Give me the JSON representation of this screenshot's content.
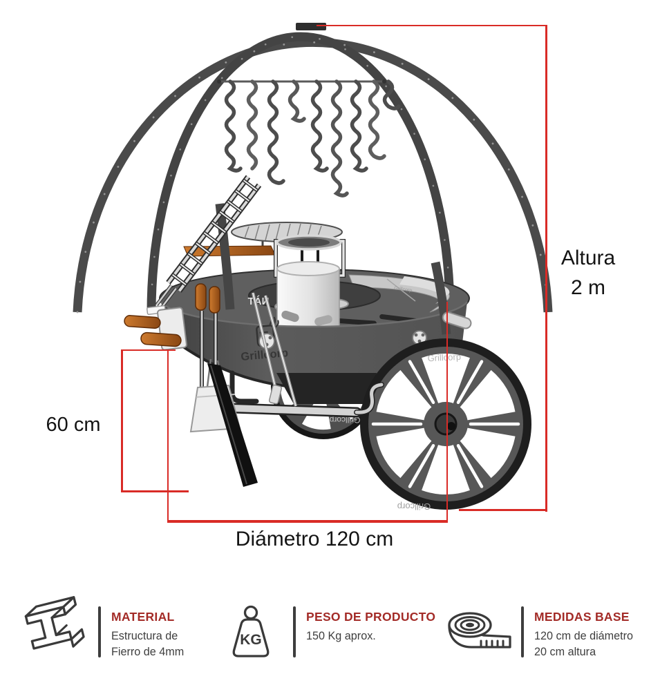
{
  "illustration": {
    "brand": "Grillcorp",
    "drum_logo_text": "Grillcorp",
    "back_panel_text": "NÀT",
    "wheel_front_top_text": "Grillcorp",
    "wheel_front_bottom_text": "Grillcorp",
    "wheel_rear_text": "Grillcorp",
    "griddle_engraving": "Grillcorp"
  },
  "dimensions": {
    "height_label": "Altura",
    "height_value": "2 m",
    "left_height_label": "60 cm",
    "diameter_label": "Diámetro 120 cm"
  },
  "specs": [
    {
      "title": "MATERIAL",
      "lines": [
        "Estructura de",
        "Fierro de 4mm"
      ]
    },
    {
      "title": "PESO DE PRODUCTO",
      "lines": [
        "150 Kg aprox."
      ],
      "icon_label": "KG"
    },
    {
      "title": "MEDIDAS BASE",
      "lines": [
        "120 cm de diámetro",
        "20 cm altura"
      ]
    }
  ],
  "icons": {
    "material": "steel-beam-icon",
    "peso": "kg-weight-icon",
    "medidas": "measuring-tape-icon"
  },
  "colors": {
    "accent_red": "#D92B26",
    "heading_red": "#A32B27",
    "text_dark": "#3E3E3E",
    "steel_dark": "#4A4A4A"
  }
}
